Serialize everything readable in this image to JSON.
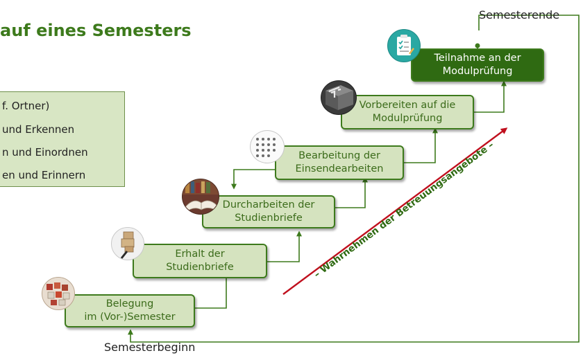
{
  "title": "auf eines Semesters",
  "levels": [
    "f. Ortner)",
    "und Erkennen",
    "n und Einordnen",
    "en und Erinnern"
  ],
  "steps": [
    {
      "lines": [
        "Belegung",
        "im (Vor-)Semester"
      ],
      "icon": "letter-tiles-icon"
    },
    {
      "lines": [
        "Erhalt der",
        "Studienbriefe"
      ],
      "icon": "parcel-delivery-icon"
    },
    {
      "lines": [
        "Durcharbeiten der",
        "Studienbriefe"
      ],
      "icon": "open-book-icon"
    },
    {
      "lines": [
        "Bearbeitung der",
        "Einsendearbeiten"
      ],
      "icon": "worksheet-icon"
    },
    {
      "lines": [
        "Vorbereiten auf die",
        "Modulprüfung"
      ],
      "icon": "test-cube-icon"
    },
    {
      "lines": [
        "Teilnahme an der",
        "Modulprüfung"
      ],
      "icon": "checklist-icon"
    }
  ],
  "labels": {
    "start": "Semesterbeginn",
    "end": "Semesterende"
  },
  "support_label": "– Wahrnehmen der Betreuungsangebote –",
  "colors": {
    "accent": "#3d7a1c",
    "step_fill": "#d5e3bf",
    "final_fill": "#2f6a12",
    "arrow_red": "#c0101e",
    "support_text": "#2f6a12"
  }
}
